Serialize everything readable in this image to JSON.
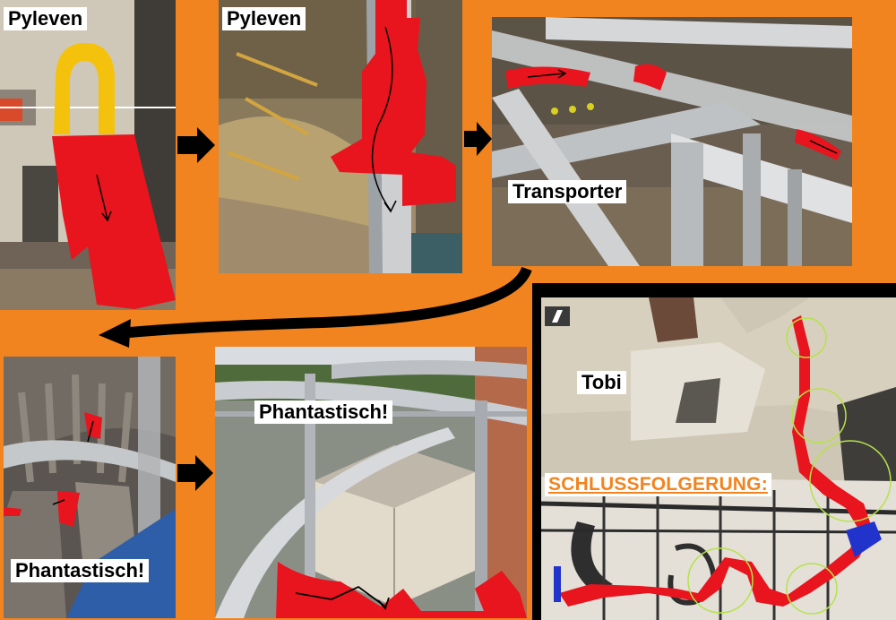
{
  "panels": [
    {
      "id": "p1",
      "label": "Pyleven"
    },
    {
      "id": "p2",
      "label": "Pyleven"
    },
    {
      "id": "p3",
      "label": "Transporter"
    },
    {
      "id": "p4",
      "label": "Phantastisch!"
    },
    {
      "id": "p5",
      "label": "Phantastisch!"
    },
    {
      "id": "p6",
      "label": "Tobi",
      "conclusion": "SCHLUSSFOLGERUNG:"
    }
  ],
  "colors": {
    "background": "#f2841f",
    "highlight_red": "#e8141e",
    "highlight_yellow": "#f4c20d",
    "track_blue": "#2233cc",
    "circle_green": "#b6e24a"
  }
}
